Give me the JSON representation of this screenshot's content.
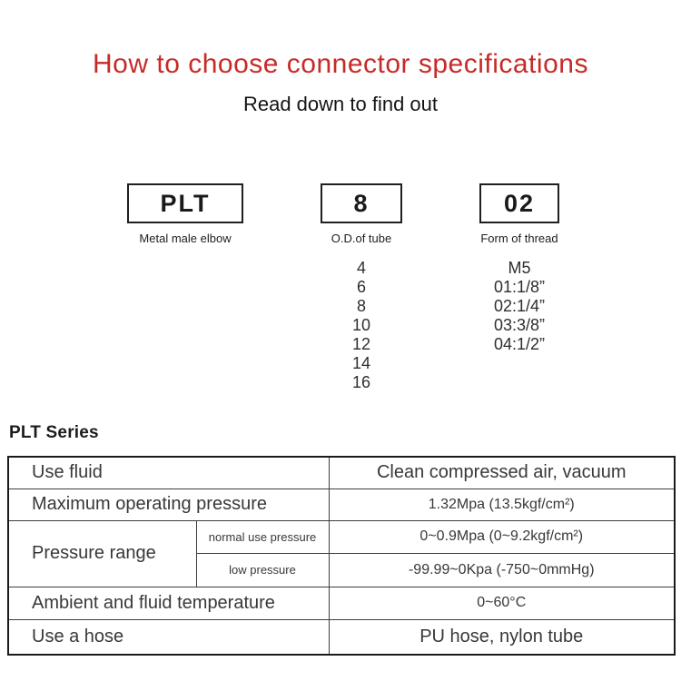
{
  "header": {
    "title": "How to choose connector specifications",
    "subtitle": "Read down to find out",
    "title_color": "#c62b28"
  },
  "selector": {
    "boxes": [
      {
        "code": "PLT",
        "label": "Metal male elbow"
      },
      {
        "code": "8",
        "label": "O.D.of tube"
      },
      {
        "code": "02",
        "label": "Form of thread"
      }
    ],
    "tube_sizes": [
      "4",
      "6",
      "8",
      "10",
      "12",
      "14",
      "16"
    ],
    "thread_forms": [
      "M5",
      "01:1/8”",
      "02:1/4”",
      "03:3/8”",
      "04:1/2”"
    ]
  },
  "series": {
    "heading": "PLT Series",
    "colors": {
      "row_highlight": "#f2e9d8",
      "border": "#1a1a1a"
    },
    "table": {
      "rows": [
        {
          "label": "Use fluid",
          "value": "Clean compressed air, vacuum"
        },
        {
          "label": "Maximum operating pressure",
          "value": "1.32Mpa (13.5kgf/cm²)"
        },
        {
          "label": "Pressure range",
          "sub": [
            {
              "label": "normal use pressure",
              "value": "0~0.9Mpa (0~9.2kgf/cm²)"
            },
            {
              "label": "low pressure",
              "value": "-99.99~0Kpa (-750~0mmHg)"
            }
          ]
        },
        {
          "label": "Ambient and fluid temperature",
          "value": "0~60°C"
        },
        {
          "label": "Use a hose",
          "value": "PU hose, nylon tube"
        }
      ]
    }
  }
}
